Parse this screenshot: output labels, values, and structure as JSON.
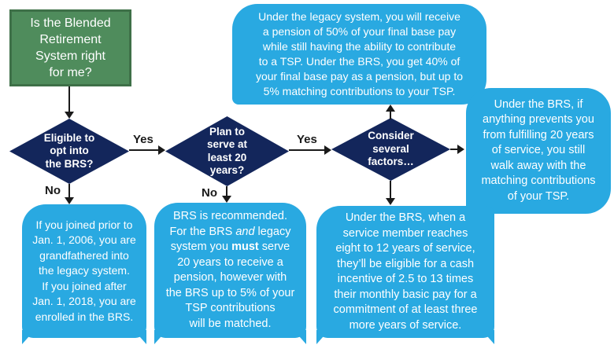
{
  "colors": {
    "bubble_blue": "#29a9e1",
    "diamond_navy": "#13265b",
    "green_fill": "#4f8c5c",
    "green_border": "#3e7048",
    "arrow_color": "#1a1a1a",
    "label_color": "#1a1a1a",
    "background": "#ffffff"
  },
  "start_box": {
    "text": "Is the Blended\nRetirement\nSystem right\nfor me?"
  },
  "decisions": [
    {
      "label": "Eligible to\nopt into\nthe BRS?"
    },
    {
      "label": "Plan to\nserve at\nleast 20\nyears?"
    },
    {
      "label": "Consider\nseveral\nfactors…"
    }
  ],
  "edge_labels": {
    "yes_1": "Yes",
    "yes_2": "Yes",
    "no_1": "No",
    "no_2": "No"
  },
  "callouts": {
    "legacy_vs_brs": "Under the legacy system, you will receive\na pension of 50% of your final base pay\nwhile still having the ability to contribute\nto a TSP. Under the BRS, you get 40% of\nyour final base pay as a pension, but up to\n5% matching contributions to your TSP.",
    "matching_contributions": "Under the BRS, if\nanything prevents you\nfrom fulfilling 20 years\nof service, you still\nwalk away with the\nmatching contributions\nof your TSP.",
    "grandfathered": "If you joined prior to\nJan. 1, 2006, you are\ngrandfathered into\nthe legacy system.\nIf you joined after\nJan. 1, 2018, you are\nenrolled in the BRS.",
    "brs_recommended_segments": [
      {
        "text": "BRS is recommended.\nFor the BRS "
      },
      {
        "text": "and",
        "style": "italic"
      },
      {
        "text": " legacy\nsystem you "
      },
      {
        "text": "must",
        "style": "bold"
      },
      {
        "text": " serve\n20 years to receive a\npension, however with\nthe BRS up to 5% of your\nTSP contributions\nwill be matched."
      }
    ],
    "cash_incentive": "Under the BRS, when a\nservice member reaches\neight to 12 years of service,\nthey’ll be eligible for a cash\nincentive of 2.5 to 13 times\ntheir monthly basic pay for a\ncommitment of at least three\nmore years of service."
  }
}
